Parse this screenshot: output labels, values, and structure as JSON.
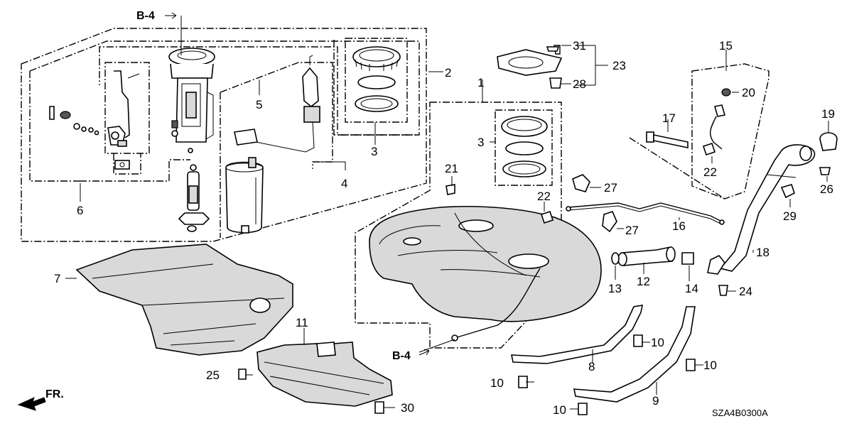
{
  "diagram": {
    "ref_code": "SZA4B0300A",
    "direction_marker": "FR.",
    "section_refs": [
      "B-4",
      "B-4"
    ],
    "callouts": {
      "c1": "1",
      "c2": "2",
      "c3a": "3",
      "c3b": "3",
      "c4": "4",
      "c5": "5",
      "c6": "6",
      "c7": "7",
      "c8": "8",
      "c9": "9",
      "c10a": "10",
      "c10b": "10",
      "c10c": "10",
      "c10d": "10",
      "c11": "11",
      "c12": "12",
      "c13": "13",
      "c14": "14",
      "c15": "15",
      "c16": "16",
      "c17": "17",
      "c18": "18",
      "c19": "19",
      "c20": "20",
      "c21": "21",
      "c22a": "22",
      "c22b": "22",
      "c23": "23",
      "c24": "24",
      "c25": "25",
      "c26": "26",
      "c27a": "27",
      "c27b": "27",
      "c28": "28",
      "c29": "29",
      "c30": "30",
      "c31": "31"
    }
  }
}
